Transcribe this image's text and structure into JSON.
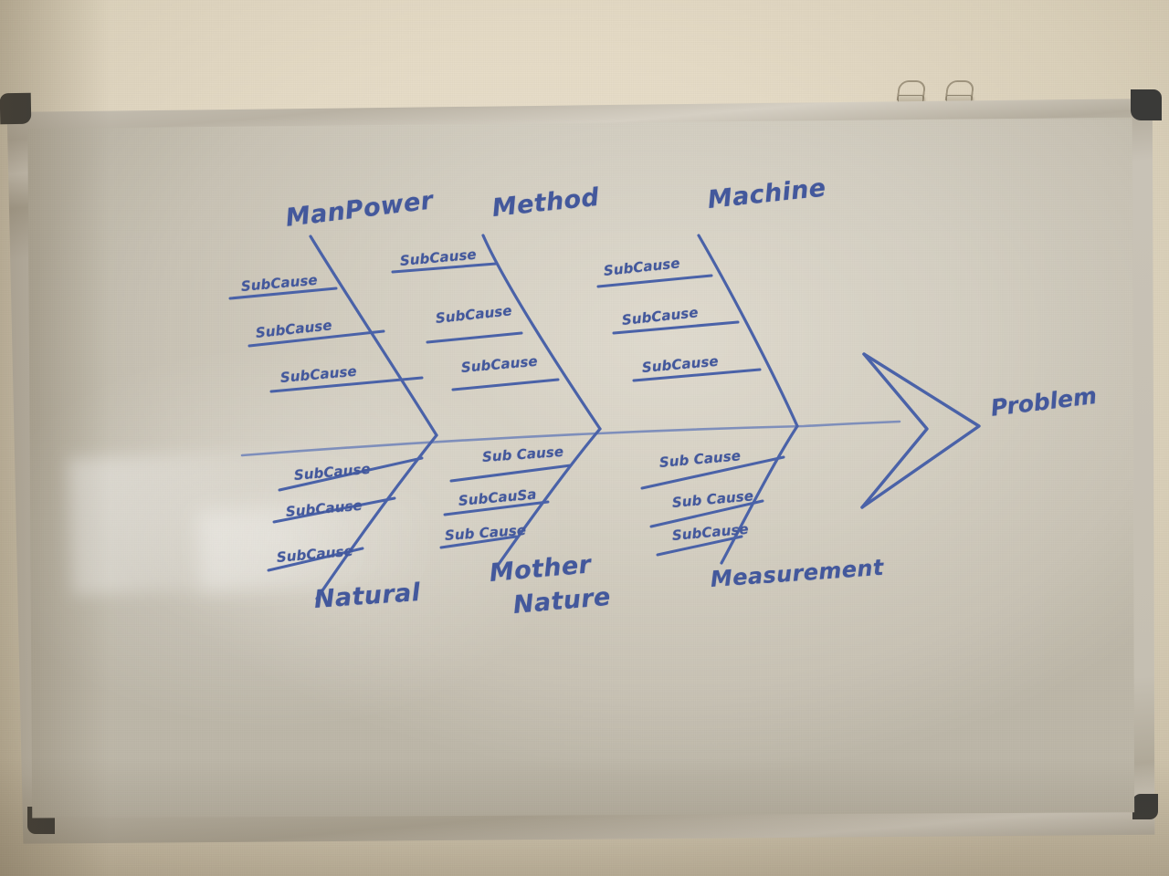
{
  "scene": {
    "description": "Photograph of a whiteboard mounted on a beige wall showing a hand-drawn fishbone (Ishikawa) cause-and-effect diagram in blue dry-erase marker",
    "wall_color": "#e4dac5",
    "board_surface_color": "#d3cec1",
    "board_frame_color": "#c5bfb2",
    "frame_corner_color": "#3a3a38",
    "ink_color": "#43589c"
  },
  "hardware": {
    "hooks": [
      {
        "name": "wall-hook-left"
      },
      {
        "name": "wall-hook-right"
      }
    ]
  },
  "diagram": {
    "type": "fishbone",
    "effect_label": "Problem",
    "categories_top": [
      {
        "label": "ManPower",
        "subcauses": [
          "SubCause",
          "SubCause",
          "SubCause"
        ]
      },
      {
        "label": "Method",
        "subcauses": [
          "SubCause",
          "SubCause",
          "SubCause"
        ]
      },
      {
        "label": "Machine",
        "subcauses": [
          "SubCause",
          "SubCause",
          "SubCause"
        ]
      }
    ],
    "categories_bottom": [
      {
        "label": "Natural",
        "subcauses": [
          "SubCause",
          "SubCause",
          "SubCause"
        ]
      },
      {
        "label": "Mother Nature",
        "label_line1": "Mother",
        "label_line2": "Nature",
        "subcauses": [
          "Sub Cause",
          "SubCauSa",
          "Sub Cause"
        ]
      },
      {
        "label": "Measurement",
        "subcauses": [
          "Sub Cause",
          "Sub Cause",
          "SubCause"
        ]
      }
    ]
  }
}
